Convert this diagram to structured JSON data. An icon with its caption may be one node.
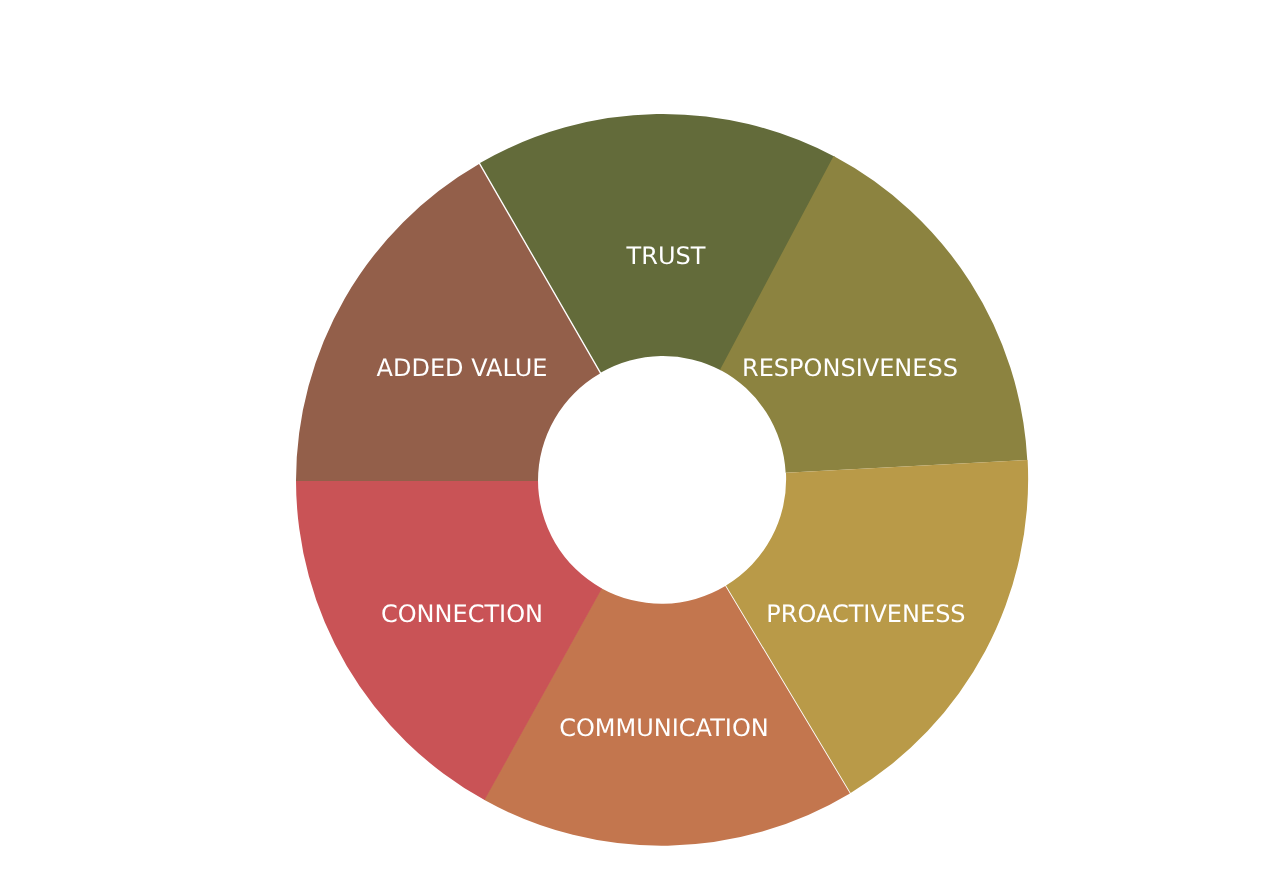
{
  "diagram": {
    "nodes": [
      {
        "text": [
          "TRUST"
        ]
      },
      {
        "text": [
          "RESPONSIVENESS"
        ]
      },
      {
        "text": [
          "PROACTIVENESS"
        ]
      },
      {
        "text": [
          "COMMUNICATION"
        ]
      },
      {
        "text": [
          "CONNECTION"
        ]
      },
      {
        "text": [
          "ADDED VALUE"
        ]
      }
    ]
  }
}
